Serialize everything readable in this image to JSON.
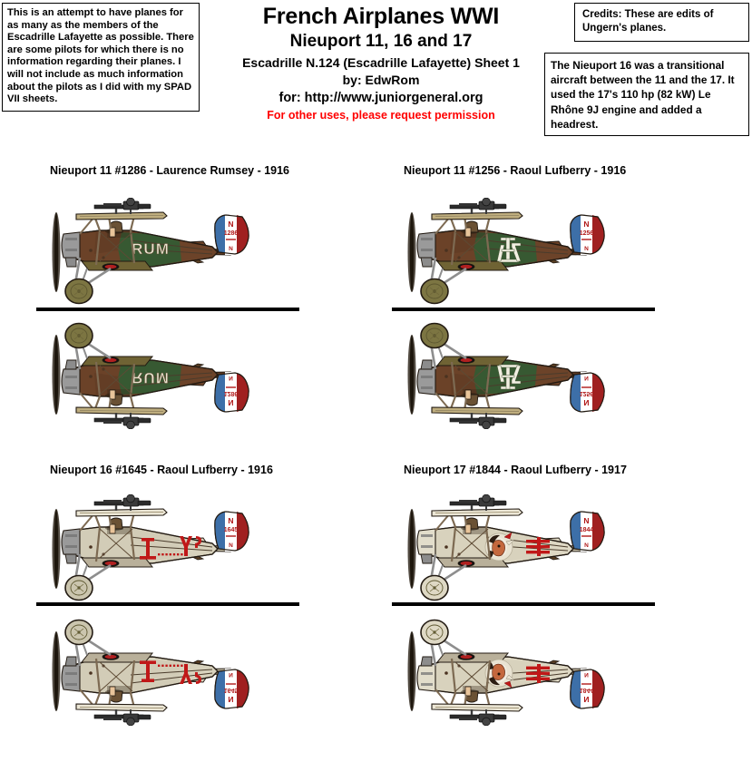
{
  "sheet": {
    "note": "This is an attempt to have planes for as many as the members of the Escadrille Lafayette as possible. There are some pilots for which there is no information regarding their planes. I will not include as much information about the pilots as I did with my SPAD VII sheets.",
    "credits": "Credits: These are edits of Ungern's planes.",
    "info": "The Nieuport 16 was a transitional aircraft between the 11 and the 17. It used the 17's 110 hp (82 kW) Le Rhône 9J engine and added a headrest."
  },
  "masthead": {
    "line1": "French Airplanes WWI",
    "line2": "Nieuport 11, 16 and 17",
    "line3": "Escadrille N.124 (Escadrille Lafayette)  Sheet 1",
    "line4": "by: EdwRom",
    "line5": "for: http://www.juniorgeneral.org",
    "line6": "For other uses, please request permission"
  },
  "planes": [
    {
      "caption": "Nieuport 11 #1286 - Laurence Rumsey - 1916",
      "type": "Nieuport 11",
      "serial": "#1286",
      "pilot": "Laurence Rumsey",
      "year": "1916",
      "scheme": "camouflage",
      "marking_text": "RUM",
      "marking_kind": "text",
      "tail_code_line1": "N",
      "tail_code_line2": "1286",
      "colors": {
        "fuselage": "#6b4228",
        "camo_patch": "#355b33",
        "cowl": "#9a9a9a",
        "wheel": "#7c7542",
        "marking": "#e8e3cf",
        "tail_blue": "#3d6fa8",
        "tail_white": "#ffffff",
        "tail_red": "#a02020"
      }
    },
    {
      "caption": "Nieuport 11 #1256 - Raoul Lufberry - 1916",
      "type": "Nieuport 11",
      "serial": "#1256",
      "pilot": "Raoul Lufberry",
      "year": "1916",
      "scheme": "camouflage",
      "marking_text": "monogram",
      "marking_kind": "monogram",
      "tail_code_line1": "N",
      "tail_code_line2": "1256",
      "colors": {
        "fuselage": "#6b4228",
        "camo_patch": "#355b33",
        "cowl": "#9a9a9a",
        "wheel": "#7c7542",
        "marking": "#f2efe2",
        "tail_blue": "#3d6fa8",
        "tail_white": "#ffffff",
        "tail_red": "#a02020"
      }
    },
    {
      "caption": "Nieuport 16 #1645 - Raoul Lufberry - 1916",
      "type": "Nieuport 16",
      "serial": "#1645",
      "pilot": "Raoul Lufberry",
      "year": "1916",
      "scheme": "plain",
      "marking_text": "I Y",
      "marking_kind": "red-letters",
      "tail_code_line1": "N",
      "tail_code_line2": "1645",
      "colors": {
        "fuselage": "#d8d2bd",
        "camo_patch": "#c9c2ab",
        "cowl": "#9a9a9a",
        "wheel": "#cbc5ae",
        "marking": "#c01818",
        "tail_blue": "#3d6fa8",
        "tail_white": "#ffffff",
        "tail_red": "#a02020"
      }
    },
    {
      "caption": "Nieuport 17 #1844 - Raoul Lufberry - 1917",
      "type": "Nieuport 17",
      "serial": "#1844",
      "pilot": "Raoul Lufberry",
      "year": "1917",
      "scheme": "plain",
      "marking_text": "indian-head",
      "marking_kind": "insignia",
      "tail_code_line1": "N",
      "tail_code_line2": "1844",
      "colors": {
        "fuselage": "#ded8c4",
        "camo_patch": "#cfc8b2",
        "cowl": "#e2ddcb",
        "wheel": "#ded8c4",
        "marking": "#c01818",
        "tail_blue": "#3d6fa8",
        "tail_white": "#ffffff",
        "tail_red": "#a02020"
      }
    }
  ]
}
